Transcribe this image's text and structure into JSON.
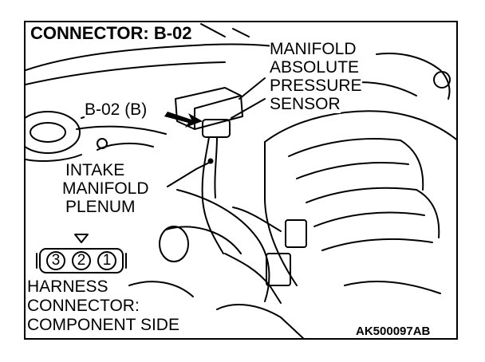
{
  "title": "CONNECTOR: B-02",
  "labels": {
    "sensor": [
      "MANIFOLD",
      "ABSOLUTE",
      "PRESSURE",
      "SENSOR"
    ],
    "connector_ref": "B-02 (B)",
    "plenum": [
      "INTAKE",
      "MANIFOLD",
      "PLENUM"
    ],
    "harness": [
      "HARNESS",
      "CONNECTOR:",
      "COMPONENT SIDE"
    ]
  },
  "connector_pins": [
    "3",
    "2",
    "1"
  ],
  "figure_code": "AK500097AB"
}
